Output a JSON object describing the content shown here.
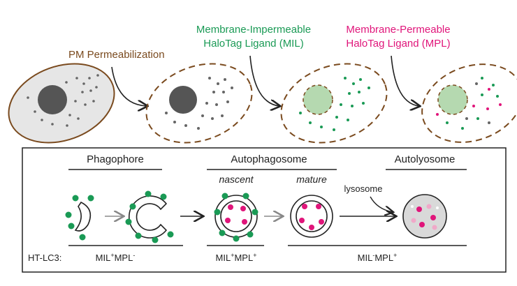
{
  "colors": {
    "brown": "#7a4a1e",
    "green": "#1a9a55",
    "magenta": "#e0157a",
    "cell_fill": "#e6e6e6",
    "nucleus_dark": "#555555",
    "nucleus_green": "#b5d9b0",
    "dot": "#666666",
    "pink_light": "#f0a8c8"
  },
  "top": {
    "step1": "PM Permeabilization",
    "step2_line1": "Membrane-Impermeable",
    "step2_line2": "HaloTag Ligand (MIL)",
    "step3_line1": "Membrane-Permeable",
    "step3_line2": "HaloTag Ligand (MPL)"
  },
  "bottom": {
    "stage_phagophore": "Phagophore",
    "stage_autophagosome": "Autophagosome",
    "stage_autolysosome": "Autolyosome",
    "sub_nascent": "nascent",
    "sub_mature": "mature",
    "lysosome": "lysosome",
    "row_label": "HT-LC3:",
    "state1_a": "MIL",
    "state1_b": "+",
    "state1_c": "MPL",
    "state1_d": "-",
    "state2_a": "MIL",
    "state2_b": "+",
    "state2_c": "MPL",
    "state2_d": "+",
    "state3_a": "MIL",
    "state3_b": "-",
    "state3_c": "MPL",
    "state3_d": "+"
  }
}
